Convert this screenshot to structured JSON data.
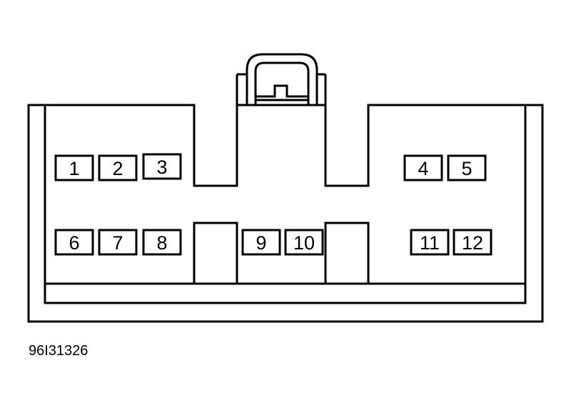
{
  "diagram": {
    "colors": {
      "line": "#000000",
      "background": "#ffffff"
    },
    "pins": [
      {
        "id": 1,
        "label": "1"
      },
      {
        "id": 2,
        "label": "2"
      },
      {
        "id": 3,
        "label": "3"
      },
      {
        "id": 4,
        "label": "4"
      },
      {
        "id": 5,
        "label": "5"
      },
      {
        "id": 6,
        "label": "6"
      },
      {
        "id": 7,
        "label": "7"
      },
      {
        "id": 8,
        "label": "8"
      },
      {
        "id": 9,
        "label": "9"
      },
      {
        "id": 10,
        "label": "10"
      },
      {
        "id": 11,
        "label": "11"
      },
      {
        "id": 12,
        "label": "12"
      }
    ],
    "reference_code": "96I31326"
  }
}
